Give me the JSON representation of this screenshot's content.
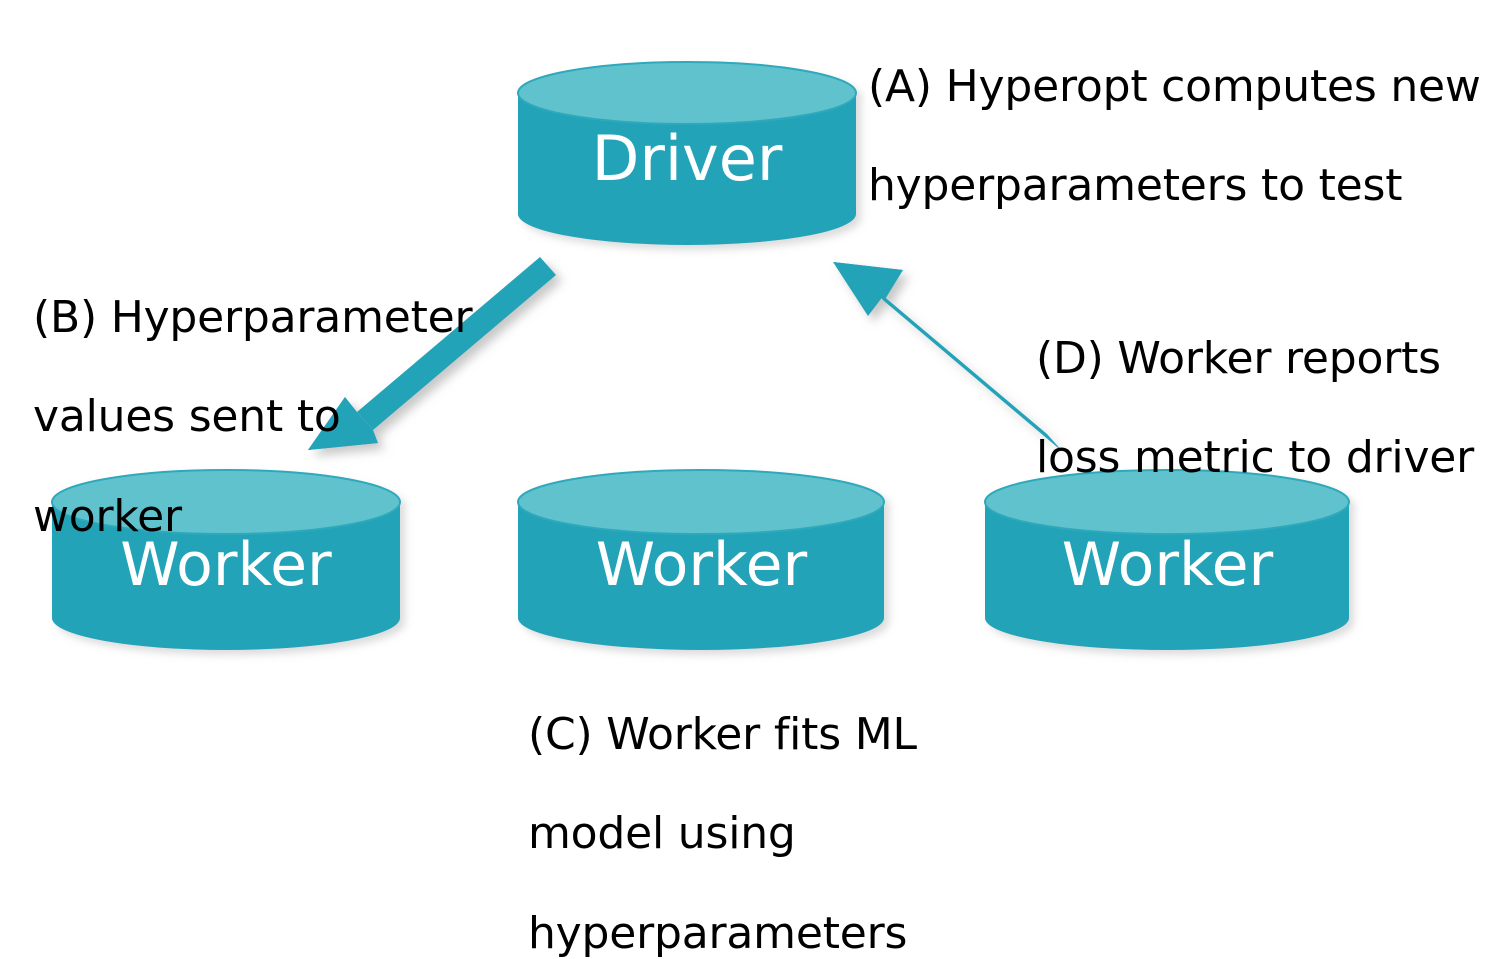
{
  "diagram": {
    "title": "Hyperopt distributed hyperparameter tuning on Spark",
    "background_color": "#ffffff",
    "colors": {
      "cylinder_body": "#21a3b8",
      "cylinder_top": "#61c2cd",
      "cylinder_top_edge": "#2ba7bb",
      "arrow": "#21a3b8",
      "shadow": "#bfbfbf",
      "node_text": "#ffffff",
      "annotation_text": "#000000"
    },
    "nodes": [
      {
        "id": "driver",
        "label": "Driver",
        "shape": "cylinder"
      },
      {
        "id": "worker-1",
        "label": "Worker",
        "shape": "cylinder"
      },
      {
        "id": "worker-2",
        "label": "Worker",
        "shape": "cylinder"
      },
      {
        "id": "worker-3",
        "label": "Worker",
        "shape": "cylinder"
      }
    ],
    "arrows": [
      {
        "id": "driver-to-worker",
        "direction": "down-left",
        "from": "driver",
        "to": "worker-1",
        "annotation_ref": "B"
      },
      {
        "id": "worker-to-driver",
        "direction": "up-left",
        "from": "worker-3",
        "to": "driver",
        "annotation_ref": "D"
      }
    ],
    "annotations": [
      {
        "id": "A",
        "text": "(A) Hyperopt computes new hyperparameters to test",
        "lines": [
          "(A) Hyperopt computes new",
          "hyperparameters to test"
        ],
        "position": "top-right"
      },
      {
        "id": "B",
        "text": "(B) Hyperparameter values sent to worker",
        "lines": [
          "(B) Hyperparameter",
          "values sent to",
          "worker"
        ],
        "position": "mid-left"
      },
      {
        "id": "C",
        "text": "(C) Worker fits ML model using hyperparameters",
        "lines": [
          "(C) Worker fits ML",
          "model using",
          "hyperparameters"
        ],
        "position": "bottom-center"
      },
      {
        "id": "D",
        "text": "(D) Worker reports loss metric to driver",
        "lines": [
          "(D) Worker reports",
          "loss metric to driver"
        ],
        "position": "mid-right"
      }
    ]
  }
}
